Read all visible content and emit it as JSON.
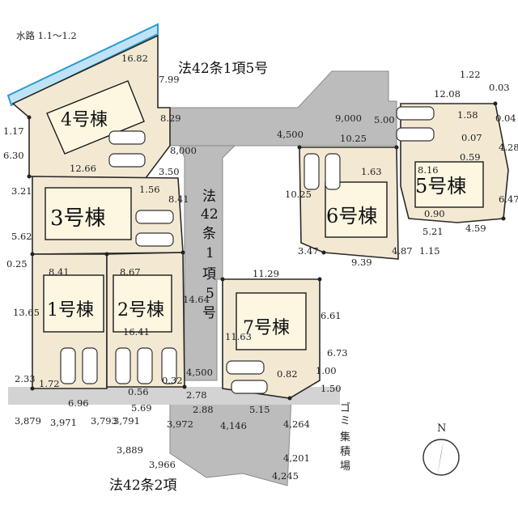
{
  "roads": {
    "north": "法42条1項5号",
    "center_vertical": [
      "法",
      "42",
      "条",
      "1",
      "項",
      "5",
      "号"
    ],
    "south": "法42条2項"
  },
  "waterway": "水路 1.1～1.2",
  "buildings": {
    "b1": "1号棟",
    "b2": "2号棟",
    "b3": "3号棟",
    "b4": "4号棟",
    "b5": "5号棟",
    "b6": "6号棟",
    "b7": "7号棟"
  },
  "garbage": [
    "ゴ",
    "ミ",
    "集",
    "積",
    "場"
  ],
  "compass": "N",
  "dims": {
    "d1682": "16.82",
    "d799": "7.99",
    "d829": "8.29",
    "d117": "1.17",
    "d630": "6.30",
    "d1266": "12.66",
    "d350": "3.50",
    "d8000": "8,000",
    "d321": "3.21",
    "d156": "1.56",
    "d841a": "8.41",
    "d562": "5.62",
    "d025": "0.25",
    "d841b": "8.41",
    "d867": "8.67",
    "d1365": "13.65",
    "d1641": "16.41",
    "d1464": "14.64",
    "d4500a": "4,500",
    "d032": "0.32",
    "d233": "2.33",
    "d172": "1.72",
    "d056": "0.56",
    "d278": "2.78",
    "d3879": "3,879",
    "d3971": "3,971",
    "d696": "6.96",
    "d3793": "3,793",
    "d3791": "3,791",
    "d569": "5.69",
    "d3972": "3,972",
    "d288": "2.88",
    "d3889": "3,889",
    "d3966": "3,966",
    "d4500b": "4,500",
    "d9000": "9,000",
    "d1025a": "10.25",
    "d500": "5.00",
    "d163": "1.63",
    "d1025b": "10.25",
    "d347": "3.47",
    "d939": "9.39",
    "d487": "4.87",
    "d1208": "12.08",
    "d122": "1.22",
    "d003": "0.03",
    "d158": "1.58",
    "d004": "0.04",
    "d007": "0.07",
    "d428": "4.28",
    "d059": "0.59",
    "d816": "8.16",
    "d647": "6.47",
    "d090": "0.90",
    "d521": "5.21",
    "d459": "4.59",
    "d115": "1.15",
    "d1129": "11.29",
    "d1163": "11.63",
    "d661": "6.61",
    "d673": "6.73",
    "d082": "0.82",
    "d100": "1.00",
    "d150": "1.50",
    "d4146": "4,146",
    "d515": "5.15",
    "d4264": "4,264",
    "d4201": "4,201",
    "d4245": "4,245"
  }
}
